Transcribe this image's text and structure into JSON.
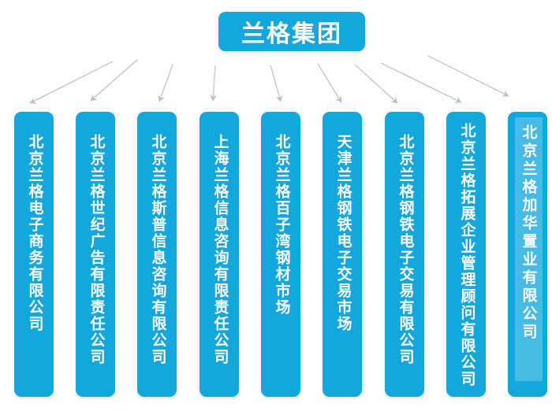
{
  "diagram": {
    "type": "org-chart",
    "root": {
      "label": "兰格集团"
    },
    "subsidiaries": [
      "北京兰格电子商务有限公司",
      "北京兰格世纪广告有限责任公司",
      "北京兰格斯普信息咨询有限公司",
      "上海兰格信息咨询有限责任公司",
      "北京兰格百子湾钢材市场",
      "天津兰格钢铁电子交易市场",
      "北京兰格钢铁电子交易有限公司",
      "北京兰格拓展企业管理顾问有限公司",
      "北京兰格加华置业有限公司"
    ],
    "colors": {
      "node_fill": "#14a7de",
      "node_text": "#ffffff",
      "arrow": "#c9c9c9",
      "highlight_overlay": "rgba(255,255,255,0.22)"
    }
  }
}
